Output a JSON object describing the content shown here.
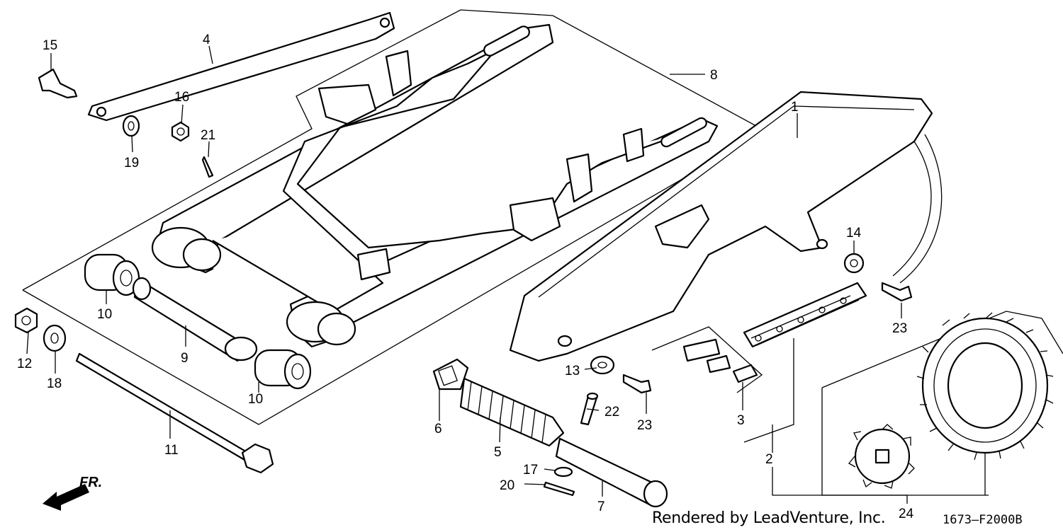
{
  "diagram": {
    "callouts": [
      "1",
      "2",
      "3",
      "4",
      "5",
      "6",
      "7",
      "8",
      "9",
      "10",
      "10",
      "11",
      "12",
      "13",
      "14",
      "15",
      "16",
      "17",
      "18",
      "19",
      "20",
      "21",
      "22",
      "23",
      "23",
      "24"
    ],
    "direction_label": "FR.",
    "credit": "Rendered by LeadVenture, Inc.",
    "diagram_code": "1673—F2000B"
  },
  "colors": {
    "ink": "#000000",
    "paper": "#ffffff"
  }
}
